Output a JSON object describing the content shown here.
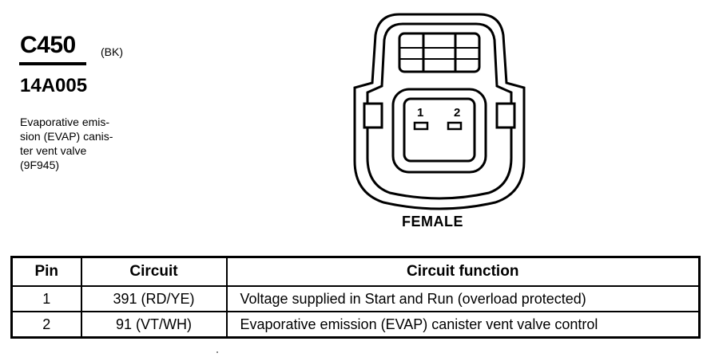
{
  "connector": {
    "id": "C450",
    "color_code": "(BK)",
    "part_number": "14A005",
    "description_lines": [
      "Evaporative emis-",
      "sion (EVAP) canis-",
      "ter vent valve",
      "(9F945)"
    ]
  },
  "diagram": {
    "pin_labels": [
      "1",
      "2"
    ],
    "view_label": "FEMALE"
  },
  "table": {
    "headers": {
      "pin": "Pin",
      "circuit": "Circuit",
      "function": "Circuit function"
    },
    "rows": [
      {
        "pin": "1",
        "circuit": "391 (RD/YE)",
        "function": "Voltage supplied in Start and Run (overload protected)"
      },
      {
        "pin": "2",
        "circuit": "91 (VT/WH)",
        "function": "Evaporative emission (EVAP) canister vent valve  control"
      }
    ]
  }
}
